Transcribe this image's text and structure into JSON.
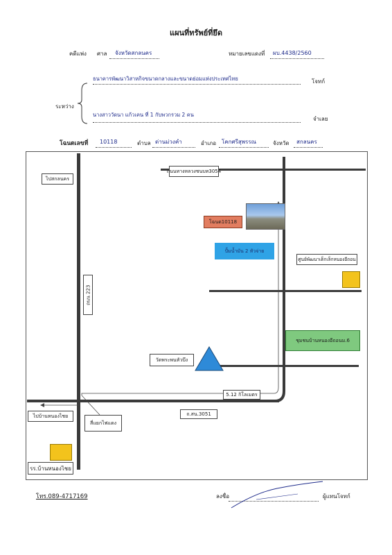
{
  "header": {
    "title": "แผนที่ทรัพย์ที่ยึด",
    "court_label": "คดีแพ่ง",
    "court_prefix": "ศาล",
    "court_name": "จังหวัดสกลนคร",
    "case_no_label": "หมายเลขแดงที่",
    "case_no": "ผบ.4438/2560"
  },
  "parties": {
    "between_label": "ระหว่าง",
    "plaintiff_name": "ธนาคารพัฒนาวิสาหกิจขนาดกลางและขนาดย่อมแห่งประเทศไทย",
    "plaintiff_role": "โจทก์",
    "defendant_name": "นางสาววัดนา แก้วเคน ที่ 1 กับพวกรวม 2 คน",
    "defendant_role": "จำเลย"
  },
  "deed": {
    "deed_label": "โฉนดเลขที่",
    "deed_no": "10118",
    "subdistrict_label": "ตำบล",
    "subdistrict": "ด่านม่วงคำ",
    "district_label": "อำเภอ",
    "district": "โคกศรีสุพรรณ",
    "province_label": "จังหวัด",
    "province": "สกลนคร"
  },
  "map": {
    "to_sakon": "ไปสกลนคร",
    "rural_road": "ถนนทางหลวงชนบท3054",
    "highway_223": "ถนน 223",
    "deed_marker": "โฉนด10118",
    "water_tank": "ปั้มน้ำมัน 2 หัวจ่าย",
    "child_center": "ศูนย์พัฒนาเด็กเล็กหนองอีถอน",
    "temple": "วัดพระพนหัวบึง",
    "community": "ชุมชนบ้านหนองอีถอนม.6",
    "distance": "5.12 กิโลเมตร",
    "to_nong_khong": "ไปบ้านหนองไชย",
    "intersection": "สี่แยกไฟแดง",
    "road_3051": "ถ.สน.3051",
    "school": "รร.บ้านหนองไชย"
  },
  "footer": {
    "phone": "โทร.089-4717169",
    "sign_label": "ลงชื่อ",
    "rep_label": "ผู้แทนโจทก์"
  }
}
